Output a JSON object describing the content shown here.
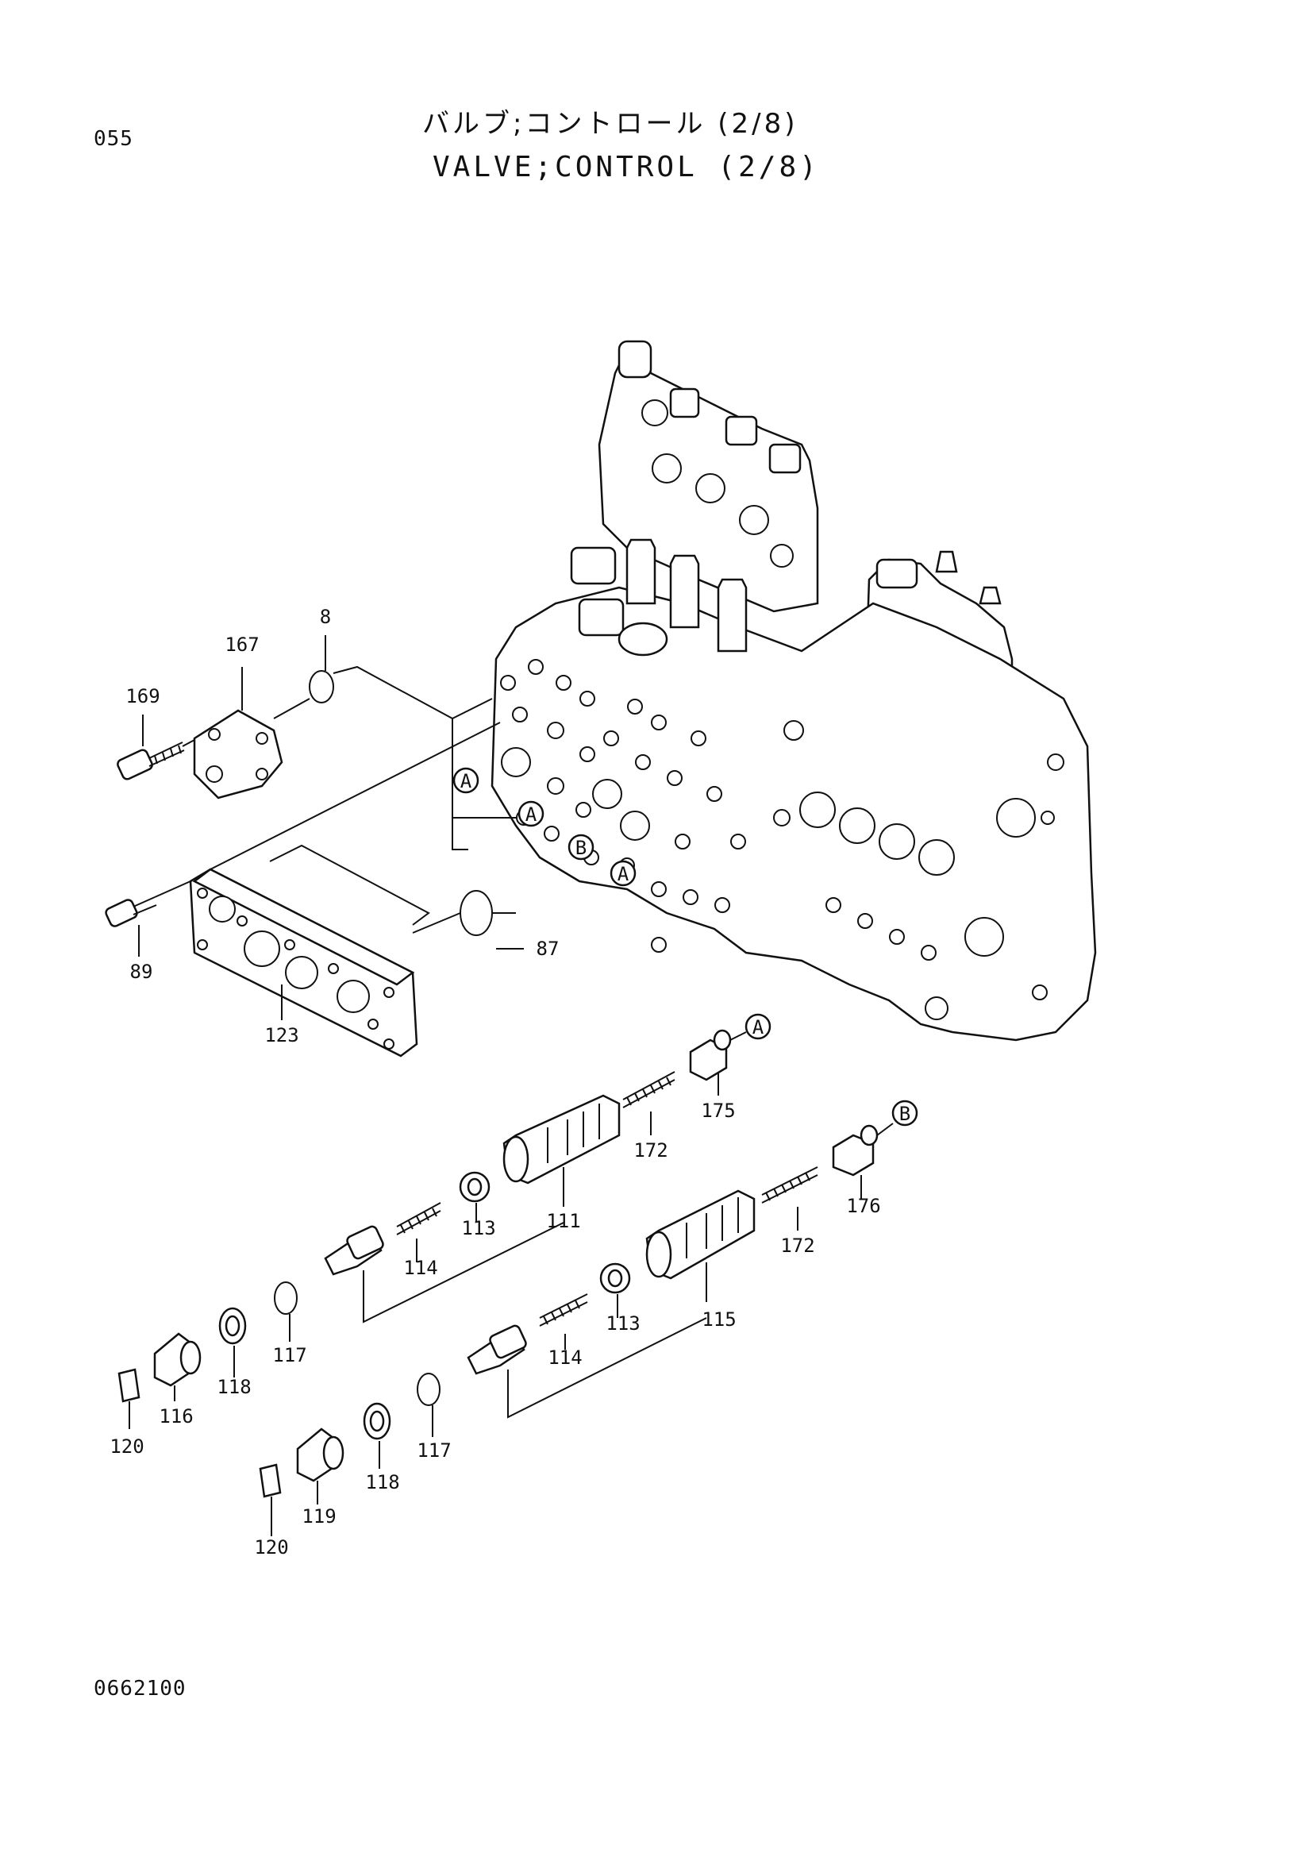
{
  "header": {
    "page_number": "055",
    "title_jp": "バルブ;コントロール (2/8)",
    "title_en": "VALVE;CONTROL (2/8)"
  },
  "footer": {
    "doc_code": "0662100"
  },
  "callouts": {
    "A1": "A",
    "A2": "A",
    "A3": "A",
    "A4": "A",
    "B1": "B",
    "B2": "B"
  },
  "labels": {
    "p8": "8",
    "p167": "167",
    "p169": "169",
    "p89": "89",
    "p123": "123",
    "p87": "87",
    "p175": "175",
    "p172a": "172",
    "p111": "111",
    "p113a": "113",
    "p114a": "114",
    "p117a": "117",
    "p118a": "118",
    "p116": "116",
    "p120a": "120",
    "p176": "176",
    "p172b": "172",
    "p115": "115",
    "p113b": "113",
    "p114b": "114",
    "p117b": "117",
    "p118b": "118",
    "p119": "119",
    "p120b": "120"
  }
}
